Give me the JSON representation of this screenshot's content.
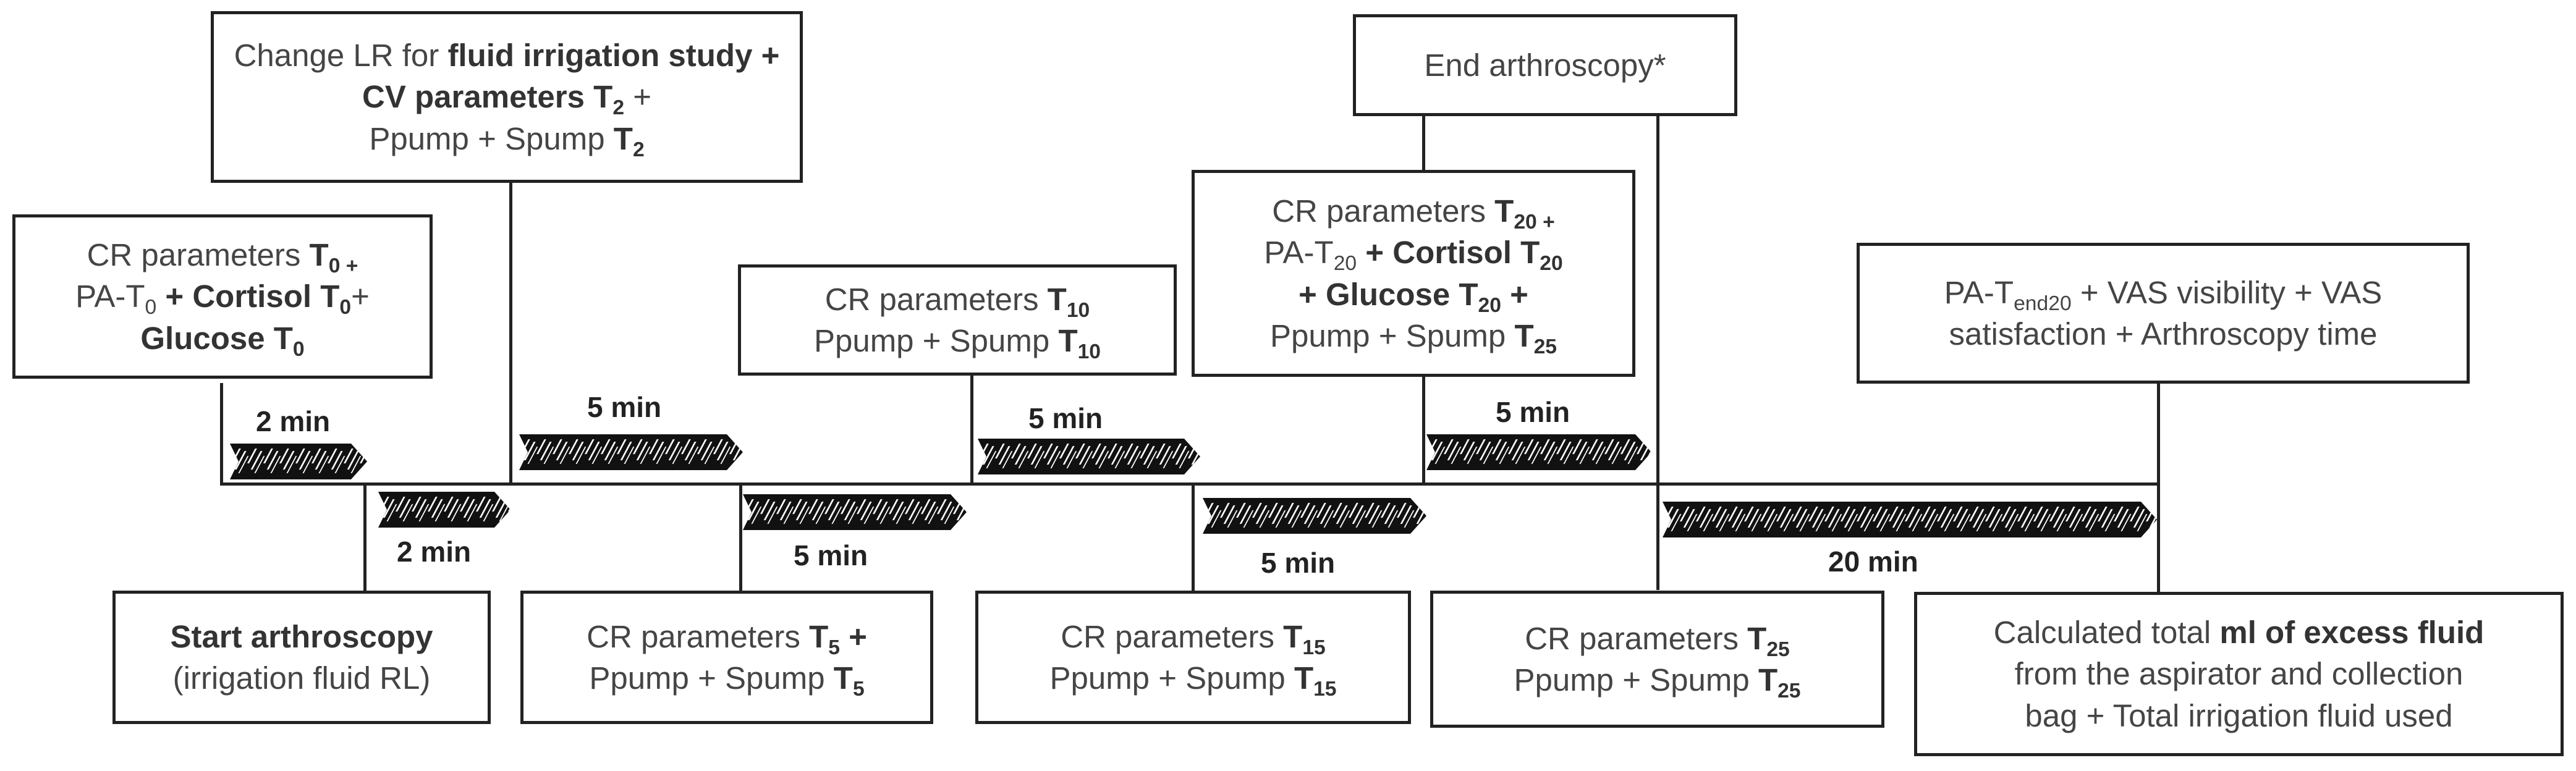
{
  "top_boxes": {
    "box1": [
      "CR parameters ",
      "T",
      "0 +",
      "PA-T",
      "0",
      " + Cortisol T",
      "0",
      "+",
      "Glucose T",
      "0"
    ],
    "box2": [
      "Change LR for ",
      "fluid irrigation study",
      " + CV parameters T",
      "2",
      " +",
      "Ppump + Spump ",
      "T",
      "2"
    ],
    "box3": [
      "CR parameters ",
      "T",
      "10",
      "Ppump + Spump ",
      "T",
      "10"
    ],
    "box4": [
      "CR parameters ",
      "T",
      "20 +",
      "PA-T",
      "20",
      " + Cortisol T",
      "20",
      "+ Glucose T",
      "20",
      " +",
      "Ppump + Spump ",
      "T",
      "25"
    ],
    "box5": "End arthroscopy*",
    "box6": [
      "PA-T",
      "end20",
      " + VAS visibility + VAS",
      "satisfaction + Arthroscopy time"
    ]
  },
  "bottom_boxes": {
    "box1": [
      "Start arthroscopy",
      "(irrigation fluid RL)"
    ],
    "box2": [
      "CR parameters ",
      "T",
      "5",
      " +",
      "Ppump + Spump ",
      "T",
      "5"
    ],
    "box3": [
      "CR parameters ",
      "T",
      "15",
      "Ppump + Spump ",
      "T",
      "15"
    ],
    "box4": [
      "CR parameters ",
      "T",
      "25",
      "Ppump + Spump ",
      "T",
      "25"
    ],
    "box5": [
      "Calculated total ",
      "ml of excess fluid",
      "from the aspirator and collection",
      "bag + Total irrigation fluid used"
    ]
  },
  "intervals": [
    "2 min",
    "2 min",
    "5 min",
    "5 min",
    "5 min",
    "5 min",
    "5 min",
    "20 min"
  ],
  "colors": {
    "line": "#222222",
    "text": "#454545",
    "bold_text": "#333333",
    "chevron": "#111111",
    "hatch": "#ffffff"
  }
}
